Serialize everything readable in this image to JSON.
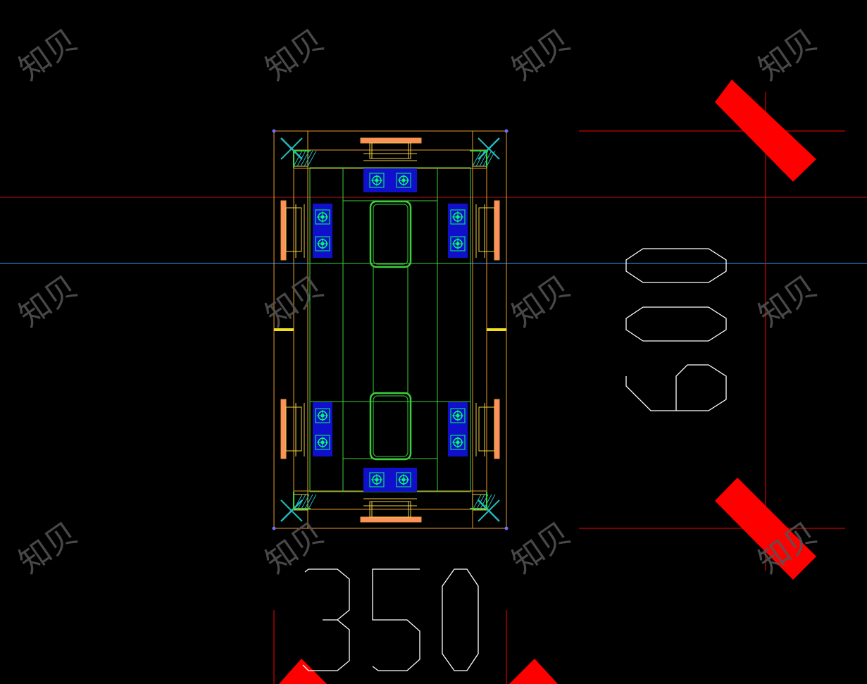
{
  "drawing": {
    "background": "#000000",
    "colors": {
      "frame": "#e89a2a",
      "structure": "#3ccf3c",
      "bearing": "#1010cc",
      "bolt": "#00ff66",
      "detail": "#f0d040",
      "pad": "#ff9060",
      "hatch": "#22bbbb",
      "dimension": "#ff0000",
      "centerline": "#3aa0ff",
      "text": "#ffffff"
    },
    "dimensions": {
      "horizontal": {
        "value": "350",
        "arrow": "oblique-tick"
      },
      "vertical": {
        "value": "600",
        "arrow": "oblique-tick",
        "orientation": "rotated-90"
      }
    },
    "watermark": {
      "text": "知贝",
      "color": "#555555"
    }
  }
}
